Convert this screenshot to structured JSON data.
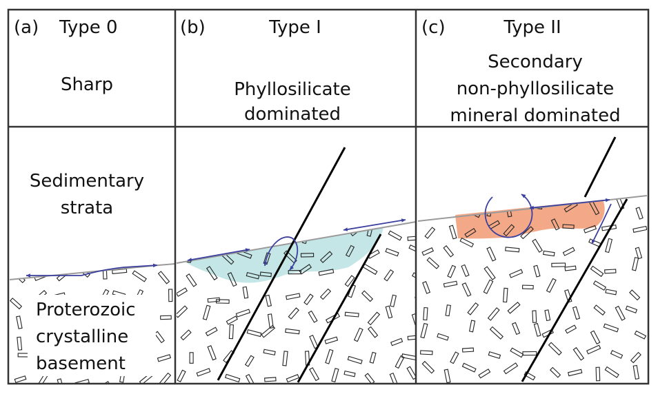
{
  "panels": [
    {
      "letter": "(a)",
      "type": "Type 0",
      "desc": [
        "Sharp"
      ]
    },
    {
      "letter": "(b)",
      "type": "Type I",
      "desc": [
        "Phyllosilicate",
        "dominated"
      ]
    },
    {
      "letter": "(c)",
      "type": "Type II",
      "desc": [
        "Secondary",
        "non-phyllosilicate",
        "mineral dominated"
      ]
    }
  ],
  "labels": {
    "strata": [
      "Sedimentary",
      "strata"
    ],
    "basement": [
      "Proterozoic",
      "crystalline",
      "basement"
    ]
  },
  "colors": {
    "frame": "#333333",
    "unconformity": "#9a9a9a",
    "arrow": "#3b3f9e",
    "phyllosilicate_zone": "#bfe3e3",
    "secondary_mineral_zone": "#f2a27e",
    "fault": "#000000",
    "crystal": "#222222"
  },
  "icons": {
    "flow_arrows": "double-headed-arrow",
    "circulation": "circular-arrow",
    "basement_texture": "scattered-rectangle-crystals"
  }
}
